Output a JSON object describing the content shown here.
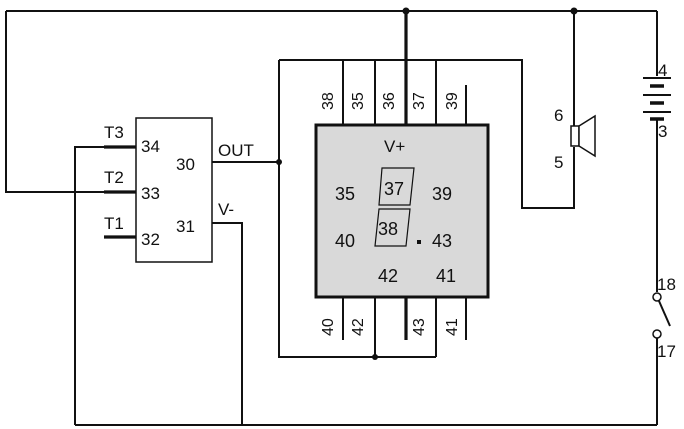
{
  "colors": {
    "wire": "#111111",
    "display_body": "#d9d9d9",
    "display_border": "#111111",
    "background": "#ffffff"
  },
  "ic": {
    "pins": [
      "T3",
      "34",
      "T2",
      "33",
      "T1",
      "32",
      "30",
      "31"
    ],
    "out_label": "OUT",
    "vminus_label": "V-"
  },
  "display": {
    "vplus_label": "V+",
    "top_pins": [
      "38",
      "35",
      "36",
      "37",
      "39"
    ],
    "bottom_pins": [
      "40",
      "42",
      "43",
      "41"
    ],
    "face_labels": [
      "35",
      "39",
      "40",
      "43",
      "42",
      "41"
    ],
    "segment_digits": [
      "37",
      "38"
    ]
  },
  "speaker": {
    "pins": [
      "6",
      "5"
    ],
    "icon": "speaker-icon"
  },
  "battery": {
    "pins": [
      "4",
      "3"
    ],
    "icon": "battery-icon"
  },
  "switch": {
    "pins": [
      "18",
      "17"
    ],
    "icon": "switch-icon"
  }
}
